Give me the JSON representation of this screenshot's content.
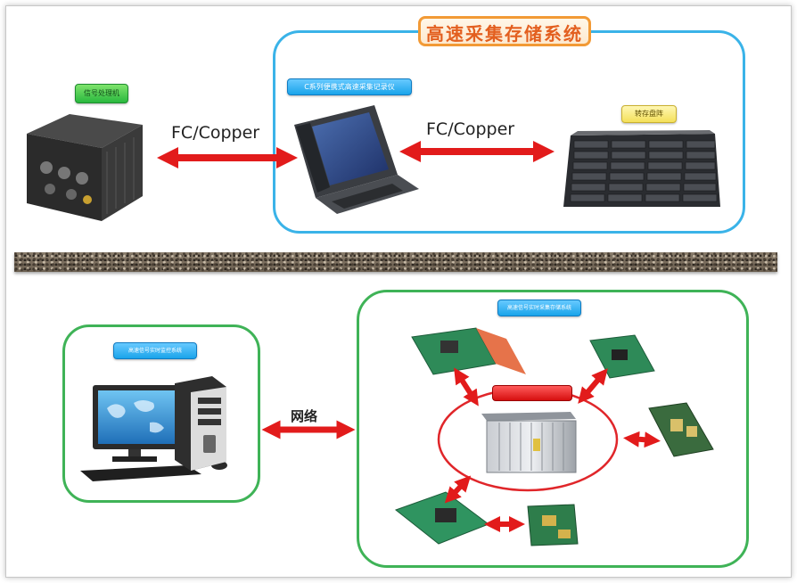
{
  "top_system": {
    "title": "高速采集存储系统",
    "signal_label": "信号处理机",
    "recorder_label": "C系列便携式高速采集记录仪",
    "storage_label": "转存盘阵",
    "link_left": "FC/Copper",
    "link_right": "FC/Copper"
  },
  "bottom_system": {
    "monitor_label": "高速信号实时监控系统",
    "acq_label": "高速信号实时采集存储系统",
    "chassis_label": "",
    "link_label": "网络"
  },
  "colors": {
    "top_box_border": "#3ab3e8",
    "bottom_box_border": "#3fb357",
    "arrow": "#e21b1b",
    "title_accent": "#f29a36",
    "ellipse": "#e0262a"
  }
}
